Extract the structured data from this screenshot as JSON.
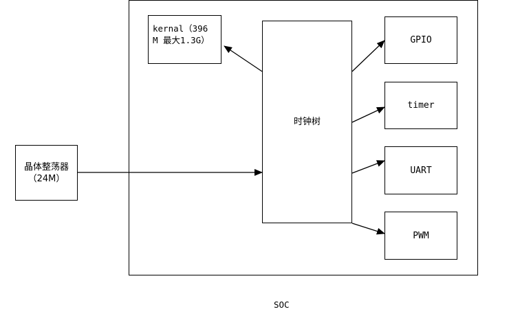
{
  "diagram": {
    "soc_label": "SOC",
    "crystal": {
      "line1": "晶体整荡器",
      "line2": "（24M）"
    },
    "kernel": {
      "line1": "kernal（396",
      "line2": "M 最大1.3G）"
    },
    "clock_tree": "时钟树",
    "peripherals": {
      "gpio": "GPIO",
      "timer": "timer",
      "uart": "UART",
      "pwm": "PWM"
    }
  }
}
